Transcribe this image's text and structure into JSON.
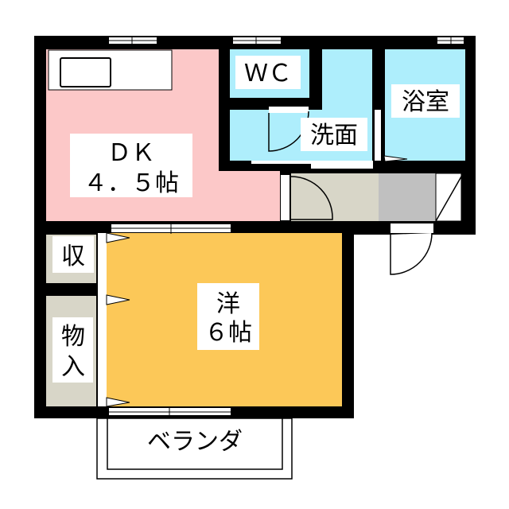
{
  "rooms": {
    "dk": {
      "line1": "ＤＫ",
      "line2": "４．５帖"
    },
    "wc": {
      "label": "ＷＣ"
    },
    "bath": {
      "label": "浴室"
    },
    "washroom": {
      "label": "洗面"
    },
    "western": {
      "line1": "洋",
      "line2": "６帖"
    },
    "closet_small": {
      "label": "収"
    },
    "closet_large": {
      "line1": "物",
      "line2": "入"
    },
    "balcony": {
      "label": "ベランダ"
    }
  },
  "colors": {
    "dk": "#fcc8c8",
    "wet": "#aeeefc",
    "western": "#fcc858",
    "storage": "#d8d6c8",
    "genkan_floor": "#c0c0c0",
    "wall": "#000000"
  }
}
